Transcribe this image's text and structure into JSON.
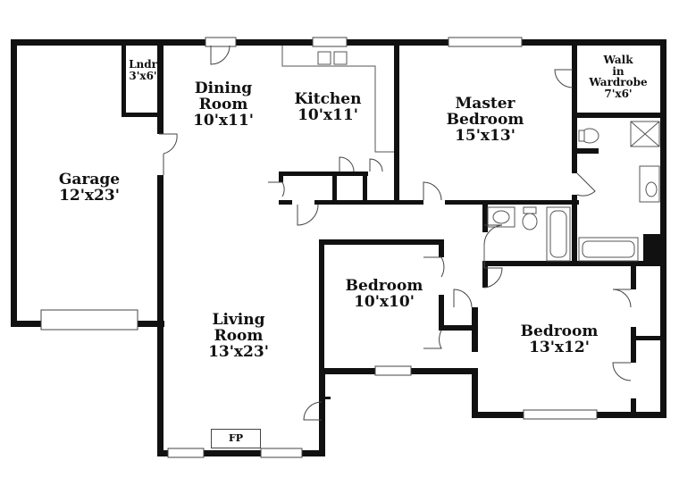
{
  "rooms": {
    "laundry": {
      "name": "Lndr",
      "dim": "3'x6'"
    },
    "dining": {
      "name1": "Dining",
      "name2": "Room",
      "dim": "10'x11'"
    },
    "kitchen": {
      "name": "Kitchen",
      "dim": "10'x11'"
    },
    "master": {
      "name1": "Master",
      "name2": "Bedroom",
      "dim": "15'x13'"
    },
    "wardrobe": {
      "name1": "Walk",
      "name2": "in",
      "name3": "Wardrobe",
      "dim": "7'x6'"
    },
    "garage": {
      "name": "Garage",
      "dim": "12'x23'"
    },
    "bedroom1": {
      "name": "Bedroom",
      "dim": "10'x10'"
    },
    "bedroom2": {
      "name": "Bedroom",
      "dim": "13'x12'"
    },
    "living": {
      "name1": "Living",
      "name2": "Room",
      "dim": "13'x23'"
    }
  },
  "fireplace": "FP"
}
